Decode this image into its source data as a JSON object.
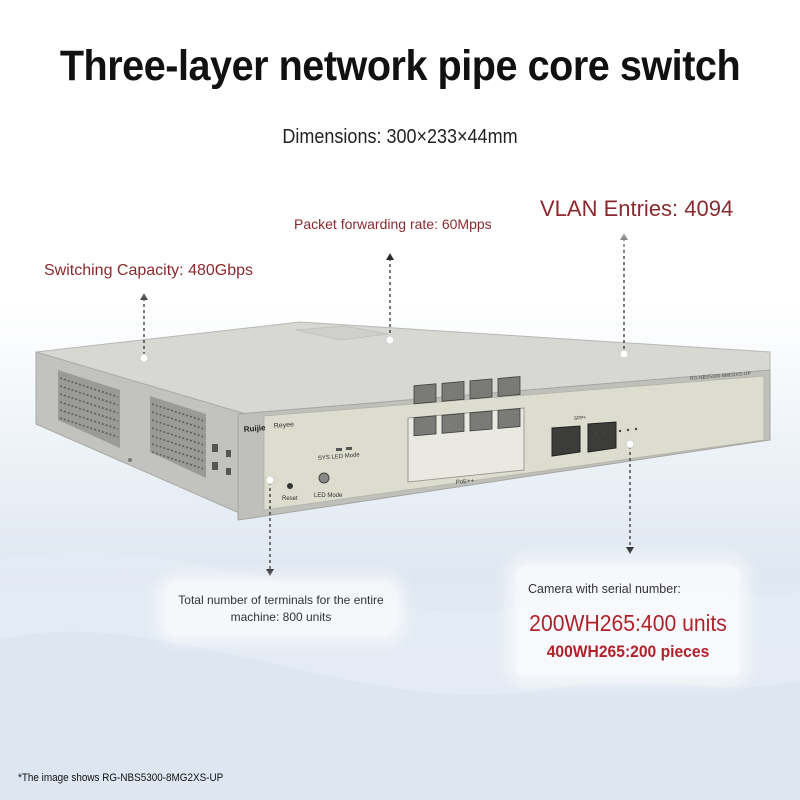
{
  "title": "Three-layer network pipe core switch",
  "dimensions": "Dimensions: 300×233×44mm",
  "labels": {
    "switching_capacity": "Switching Capacity: 480Gbps",
    "packet_forwarding": "Packet forwarding rate: 60Mpps",
    "vlan_entries": "VLAN Entries: 4094",
    "total_terminals": "Total number of terminals for the entire machine: 800 units"
  },
  "camera": {
    "heading": "Camera with serial number:",
    "line1": "200WH265:400 units",
    "line2": "400WH265:200 pieces"
  },
  "device": {
    "brand": "Ruijie",
    "sub_brand": "Reyee",
    "model": "RG-NBS5300-8MG2XS-UP",
    "sys_led": "SYS LED Mode",
    "reset": "Reset",
    "led_mode": "LED Mode",
    "poe_label": "PoE++",
    "sfp_label": "SFP+"
  },
  "footnote": "*The image shows RG-NBS5300-8MG2XS-UP",
  "colors": {
    "accent_red": "#8a2a2e",
    "value_red": "#b0222a",
    "chassis": "#c9c9c6",
    "panel": "#dcdccf"
  }
}
